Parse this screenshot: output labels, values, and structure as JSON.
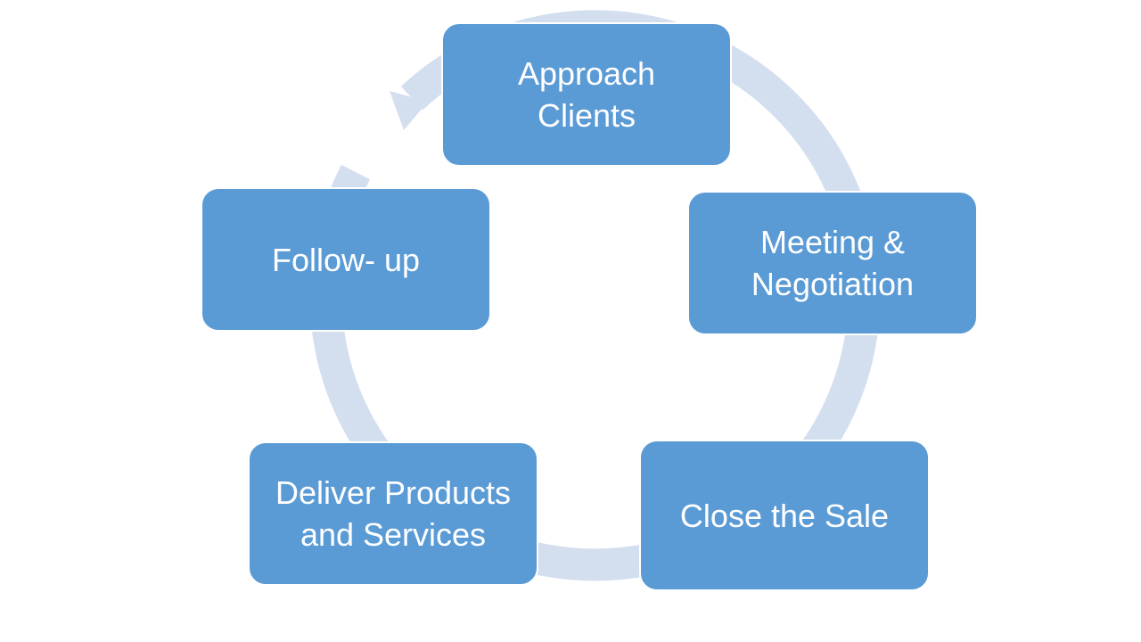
{
  "colors": {
    "background": "#FFFFFF",
    "box_fill": "#5B9BD5",
    "box_border": "#FFFFFF",
    "box_text": "#FFFFFF",
    "ring": "#D3DEEF"
  },
  "diagram": {
    "type": "cycle",
    "direction": "clockwise",
    "steps": [
      {
        "label": "Approach\nClients"
      },
      {
        "label": "Meeting &\nNegotiation"
      },
      {
        "label": "Close the Sale"
      },
      {
        "label": "Deliver Products\nand Services"
      },
      {
        "label": "Follow- up"
      }
    ]
  }
}
